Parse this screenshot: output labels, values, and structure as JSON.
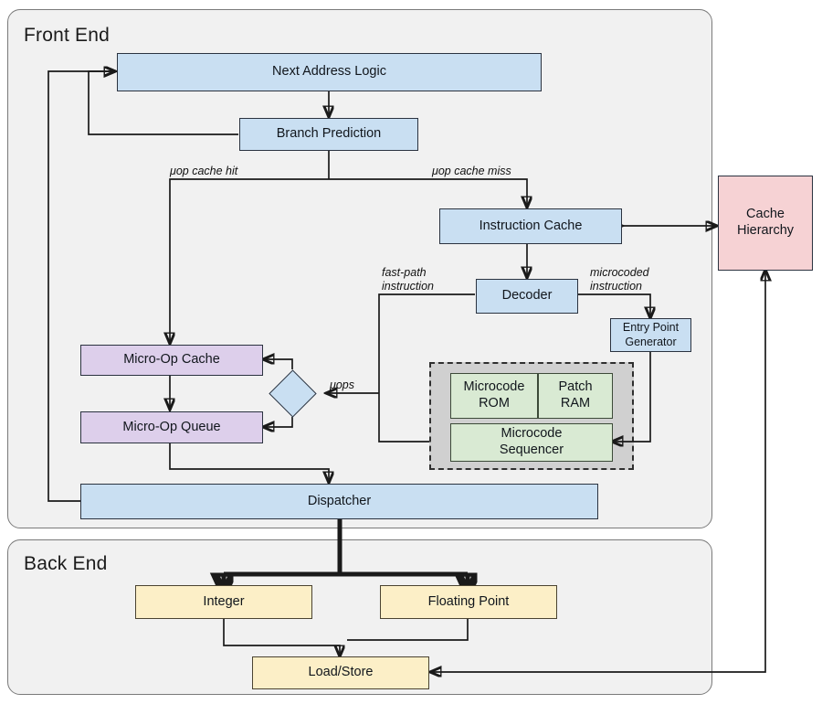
{
  "diagram": {
    "title": "CPU Front End / Back End microarchitecture block diagram",
    "panels": [
      {
        "id": "front-end",
        "label": "Front End"
      },
      {
        "id": "back-end",
        "label": "Back End"
      }
    ],
    "colors": {
      "panel_fill": "#f1f1f1",
      "panel_stroke": "#7a7a7a",
      "blue_fill": "#c9dff2",
      "purple_fill": "#ddcfeb",
      "green_fill": "#d9ead3",
      "yellow_fill": "#fcefc7",
      "pink_fill": "#f6d2d4",
      "group_fill": "#d0d0d0",
      "line": "#1a1a1a"
    },
    "nodes": [
      {
        "id": "next-address-logic",
        "label": "Next Address Logic",
        "color": "blue"
      },
      {
        "id": "branch-prediction",
        "label": "Branch Prediction",
        "color": "blue"
      },
      {
        "id": "instruction-cache",
        "label": "Instruction Cache",
        "color": "blue"
      },
      {
        "id": "decoder",
        "label": "Decoder",
        "color": "blue"
      },
      {
        "id": "entry-point-generator",
        "label": "Entry Point\nGenerator",
        "color": "blue"
      },
      {
        "id": "micro-op-cache",
        "label": "Micro-Op Cache",
        "color": "purple"
      },
      {
        "id": "micro-op-queue",
        "label": "Micro-Op Queue",
        "color": "purple"
      },
      {
        "id": "microcode-rom",
        "label": "Microcode\nROM",
        "color": "green"
      },
      {
        "id": "patch-ram",
        "label": "Patch\nRAM",
        "color": "green"
      },
      {
        "id": "microcode-sequencer",
        "label": "Microcode\nSequencer",
        "color": "green"
      },
      {
        "id": "dispatcher",
        "label": "Dispatcher",
        "color": "blue"
      },
      {
        "id": "cache-hierarchy",
        "label": "Cache\nHierarchy",
        "color": "pink"
      },
      {
        "id": "integer",
        "label": "Integer",
        "color": "yellow"
      },
      {
        "id": "floating-point",
        "label": "Floating Point",
        "color": "yellow"
      },
      {
        "id": "load-store",
        "label": "Load/Store",
        "color": "yellow"
      },
      {
        "id": "mux-diamond",
        "label": "",
        "color": "blue"
      }
    ],
    "edge_labels": [
      {
        "id": "uop-cache-hit",
        "text": "μop cache hit"
      },
      {
        "id": "uop-cache-miss",
        "text": "μop cache miss"
      },
      {
        "id": "fast-path-instruction",
        "text": "fast-path\ninstruction"
      },
      {
        "id": "microcoded-instruction",
        "text": "microcoded\ninstruction"
      },
      {
        "id": "uops",
        "text": "μops"
      }
    ]
  }
}
